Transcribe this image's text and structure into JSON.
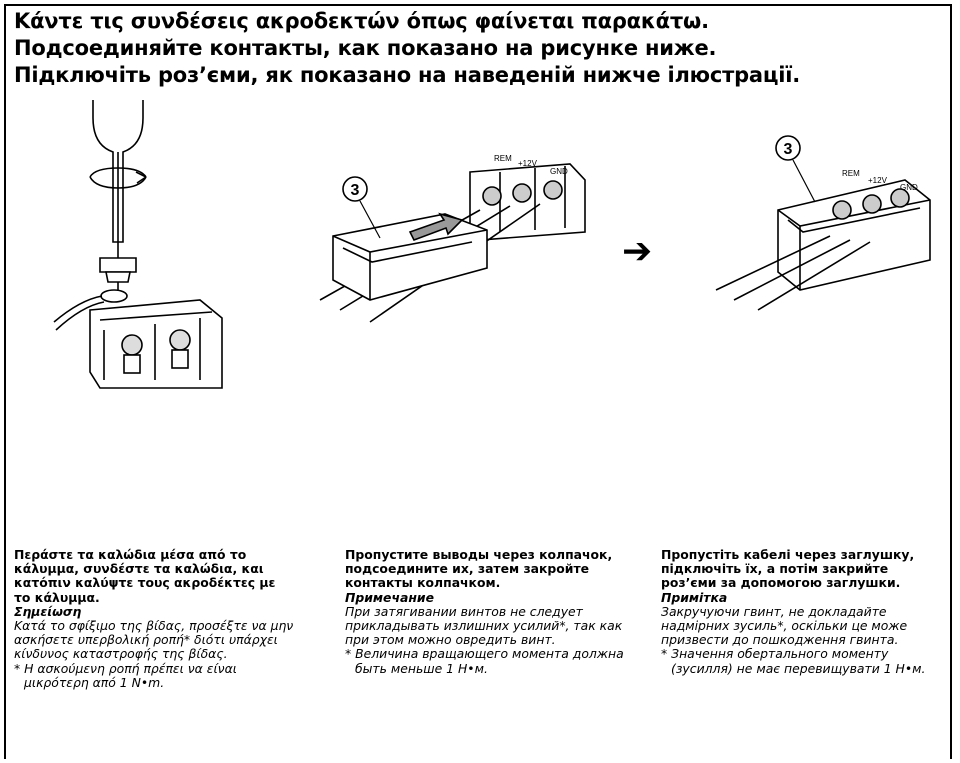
{
  "heading": {
    "greek": "Κάντε τις συνδέσεις ακροδεκτών όπως φαίνεται παρακάτω.",
    "russian": "Подсоединяйте контакты, как показано на рисунке ниже.",
    "ukrainian": "Підключіть роз’єми, як показано на наведеній нижче ілюстрації."
  },
  "figures": {
    "callout_number": "3",
    "terminal_labels": [
      "REM",
      "+12V",
      "GND"
    ],
    "arrow_symbol": "➔"
  },
  "columns": [
    {
      "instruction": "Περάστε τα καλώδια μέσα από το κάλυμμα, συνδέστε τα καλώδια, και κατόπιν καλύψτε τους ακροδέκτες με το κάλυμμα.",
      "note_title": "Σημείωση",
      "note": "Κατά το σφίξιμο της βίδας, προσέξτε να μην ασκήσετε υπερβολική ροπή* διότι υπάρχει κίνδυνος καταστροφής της βίδας.",
      "footnote": "* Η ασκούμενη ροπή πρέπει να είναι μικρότερη από 1 N•m."
    },
    {
      "instruction": "Пропустите выводы через колпачок, подсоедините их, затем закройте контакты колпачком.",
      "note_title": "Примечание",
      "note": "При затягивании винтов не следует прикладывать излишних усилий*, так как при этом можно овредить винт.",
      "footnote": "* Величина вращающего момента должна быть меньше 1 Н•м."
    },
    {
      "instruction": "Пропустіть кабелі через заглушку, підключіть їх, а потім закрийте роз’єми за допомогою заглушки.",
      "note_title": "Примітка",
      "note": "Закручуючи гвинт, не докладайте надмірних зусиль*, оскільки це може призвести до пошкодження гвинта.",
      "footnote": "* Значення обертального моменту (зусилля) не має перевищувати 1 Н•м."
    }
  ]
}
